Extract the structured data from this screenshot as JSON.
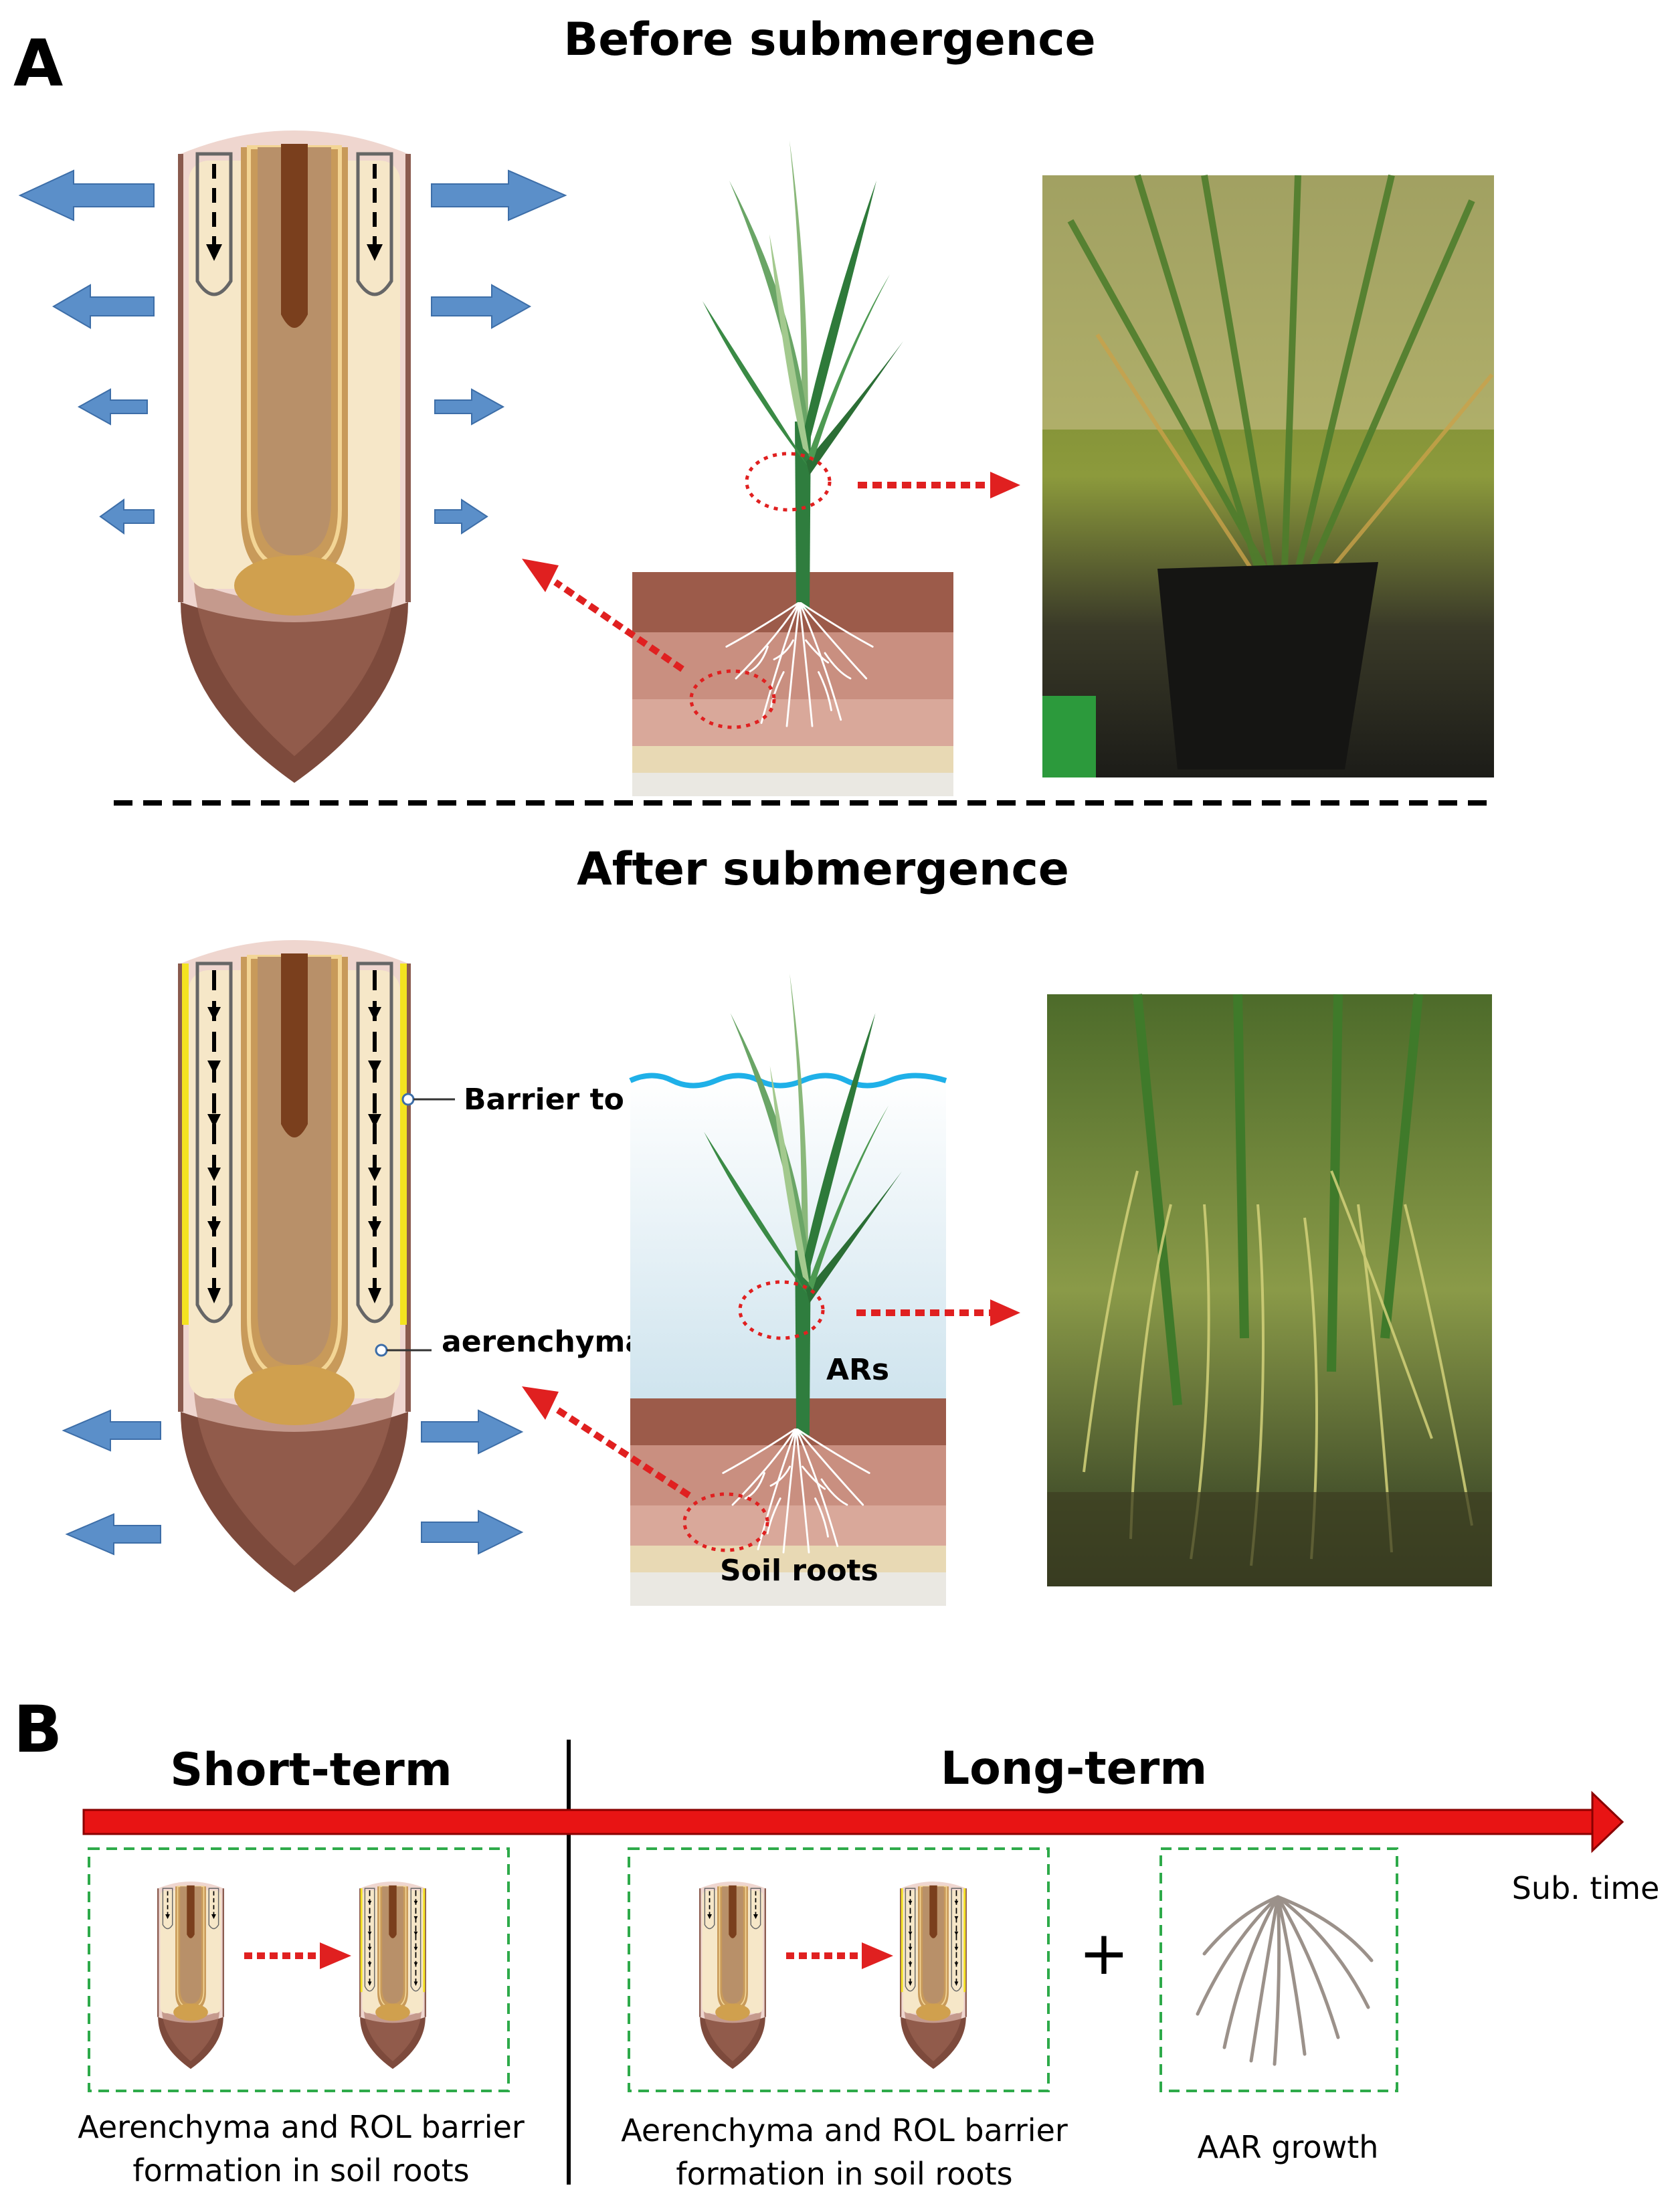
{
  "panel_a": {
    "letter": "A",
    "before_title": "Before submergence",
    "after_title": "After submergence",
    "labels": {
      "barrier": "Barrier to ROL",
      "aerenchyma": "aerenchyma",
      "ars": "ARs",
      "soil_roots": "Soil roots"
    }
  },
  "panel_b": {
    "letter": "B",
    "short_term": "Short-term",
    "long_term": "Long-term",
    "axis_label": "Sub. time",
    "plus": "+",
    "caption_short_1": "Aerenchyma and ROL barrier",
    "caption_short_2": "formation in soil roots",
    "caption_long_1": "Aerenchyma and ROL barrier",
    "caption_long_2": "formation in soil roots",
    "caption_aar": "AAR growth"
  },
  "colors": {
    "flux_arrow": "#5b8fc9",
    "dotted_arrow": "#e02020",
    "timeline": "#e81414",
    "box_dash": "#2eaa4a",
    "barrier": "#f4e320",
    "water": "#1fb0e8"
  }
}
